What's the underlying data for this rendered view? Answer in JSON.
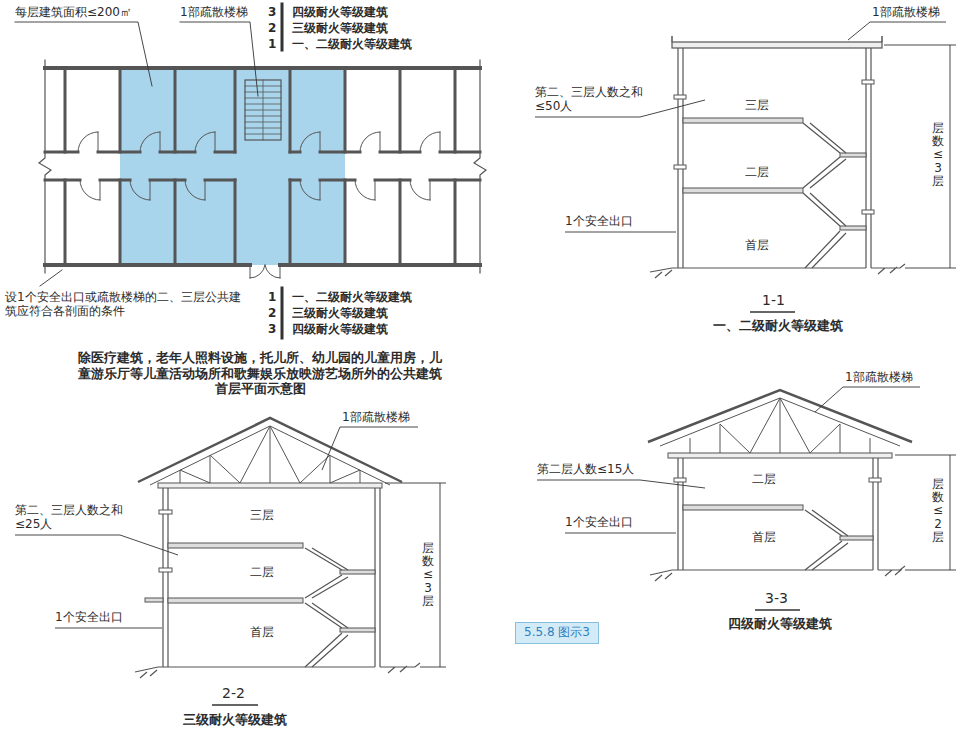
{
  "diagram": {
    "nodes": [
      {
        "text": [
          "5.5.8 图示3"
        ]
      }
    ],
    "labels": [
      "每层建筑面积≤200㎡",
      "1部疏散楼梯",
      "3",
      "四级耐火等级建筑",
      "2",
      "三级耐火等级建筑",
      "1",
      "一、二级耐火等级建筑",
      "设1个安全出口或疏散楼梯的二、三层公共建筑应符合各剖面的条件",
      "1",
      "一、二级耐火等级建筑",
      "2",
      "三级耐火等级建筑",
      "3",
      "四级耐火等级建筑",
      "除医疗建筑，老年人照料设施，托儿所、幼儿园的儿童用房，儿童游乐厅等儿童活动场所和歌舞娱乐放映游艺场所外的公共建筑首层平面示意图",
      "1部疏散楼梯",
      "第二、三层人数之和≤50人",
      "三层",
      "二层",
      "首层",
      "1个安全出口",
      "层数≤3层",
      "1-1",
      "一、二级耐火等级建筑",
      "1部疏散楼梯",
      "第二、三层人数之和≤25人",
      "三层",
      "二层",
      "首层",
      "1个安全出口",
      "层数≤3层",
      "2-2",
      "三级耐火等级建筑",
      "1部疏散楼梯",
      "第二层人数≤15人",
      "二层",
      "首层",
      "1个安全出口",
      "层数≤2层",
      "3-3",
      "四级耐火等级建筑"
    ]
  }
}
